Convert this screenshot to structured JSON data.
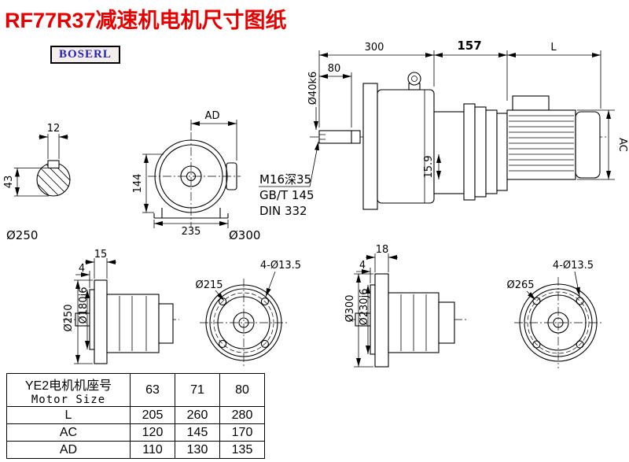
{
  "title": "RF77R37减速机电机尺寸图纸",
  "logo": "BOSERL",
  "dims": {
    "shaft_key_width": "12",
    "shaft_key_height": "43",
    "front_ad": "AD",
    "front_height": "144",
    "front_width": "235",
    "top_300": "300",
    "top_157": "157",
    "top_L": "L",
    "top_80": "80",
    "shaft_dia": "Ø40k6",
    "motor_ac": "AC",
    "key_159": "15.9",
    "note_line1": "M16深35",
    "note_line2": "GB/T 145",
    "note_line3": "DIN 332",
    "caption_left": "Ø250",
    "caption_right": "Ø300",
    "fl1_thk": "15",
    "fl1_spigot_thk": "4",
    "fl1_od": "Ø250",
    "fl1_spigot": "Ø180j6",
    "fl1_bc": "Ø215",
    "fl1_holes": "4-Ø13.5",
    "fl2_thk": "18",
    "fl2_spigot_thk": "4",
    "fl2_od": "Ø300",
    "fl2_spigot": "Ø230j6",
    "fl2_bc": "Ø265",
    "fl2_holes": "4-Ø13.5"
  },
  "table": {
    "header_cn": "YE2电机机座号",
    "header_en": "Motor Size",
    "columns": [
      "63",
      "71",
      "80"
    ],
    "rows": [
      {
        "label": "L",
        "values": [
          "205",
          "260",
          "280"
        ]
      },
      {
        "label": "AC",
        "values": [
          "120",
          "145",
          "170"
        ]
      },
      {
        "label": "AD",
        "values": [
          "110",
          "130",
          "135"
        ]
      }
    ]
  }
}
